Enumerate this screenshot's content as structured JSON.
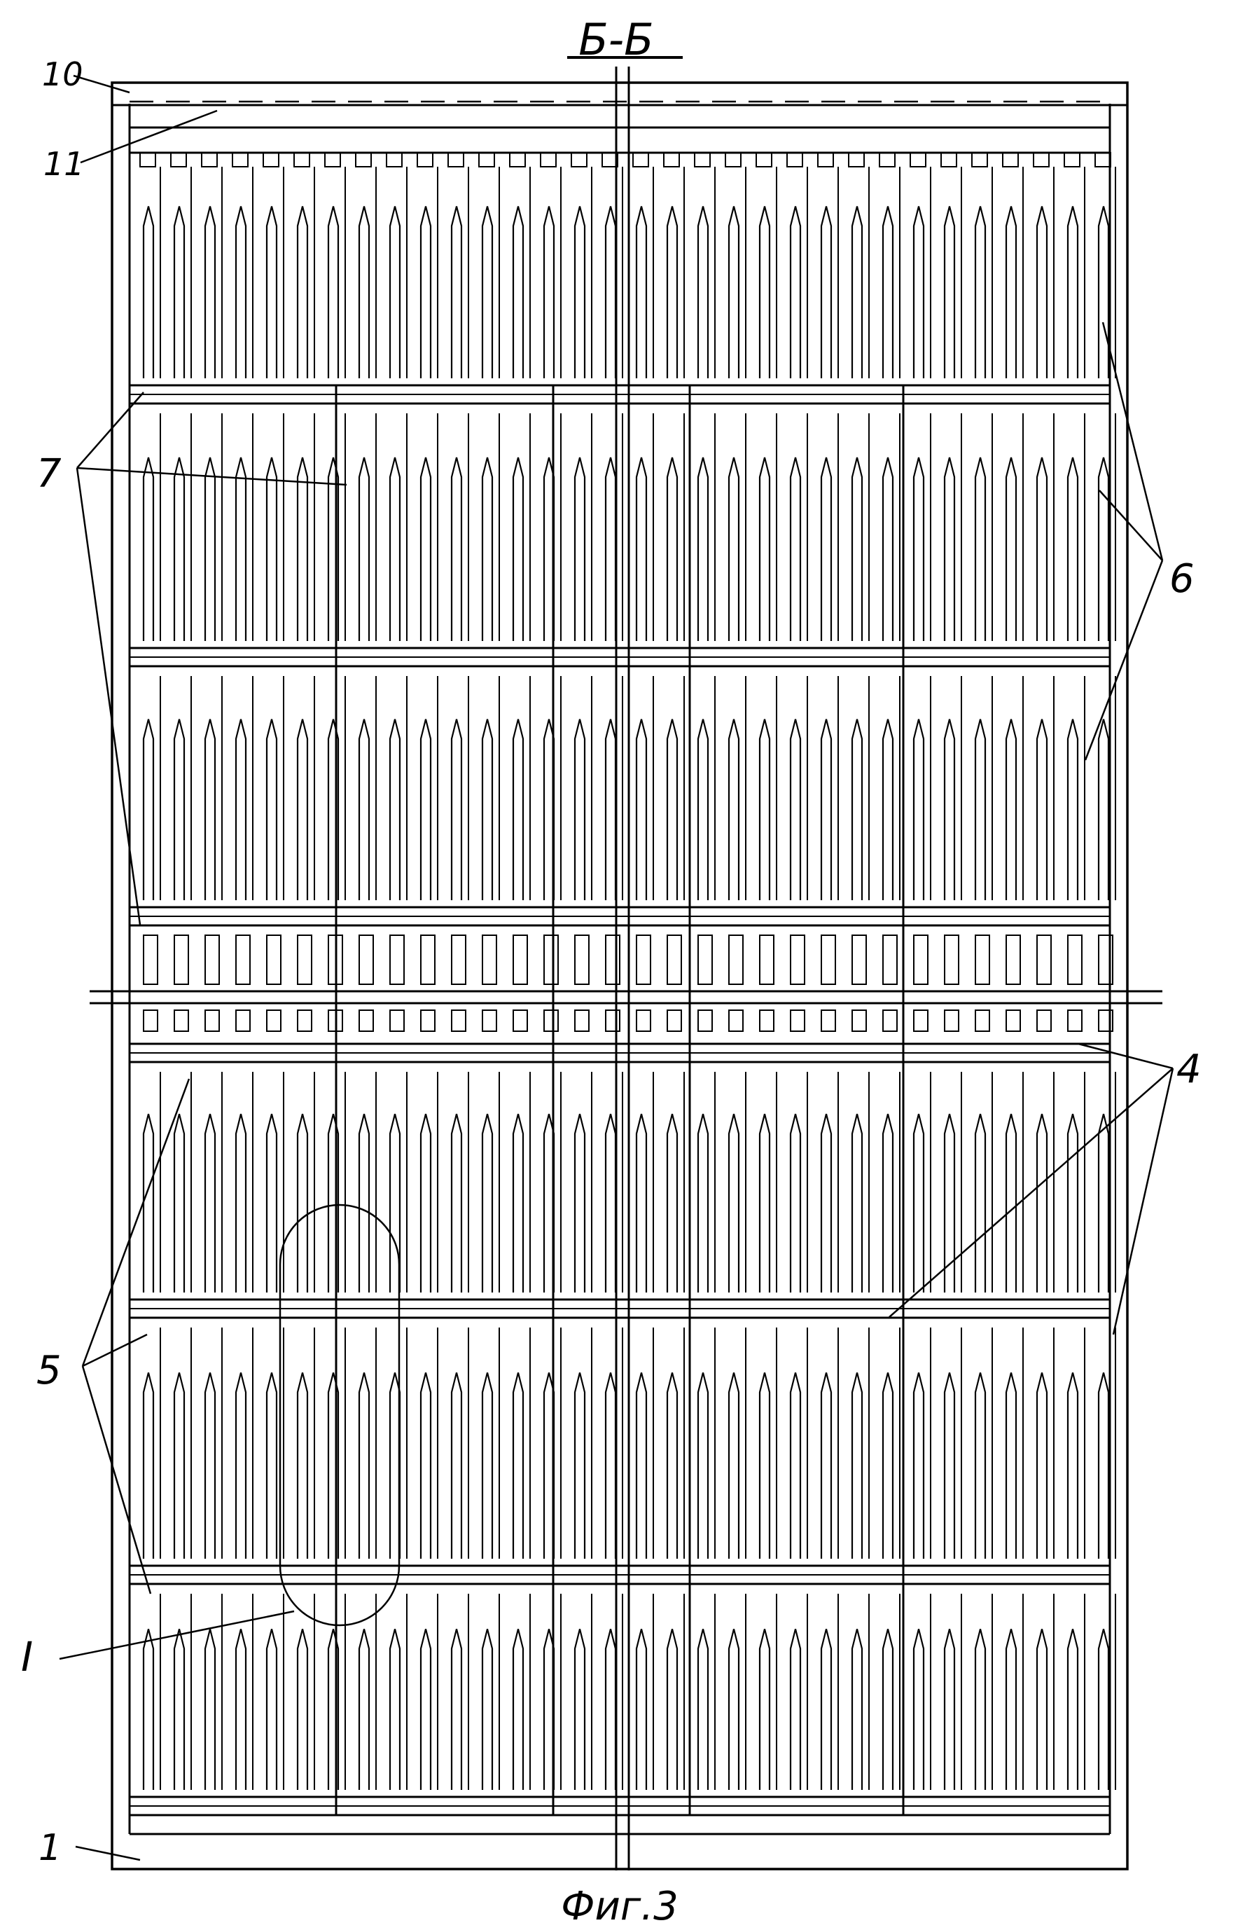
{
  "section_label": "Б-Б",
  "figure_caption": "Фиг.3",
  "callouts": {
    "c10": "10",
    "c11": "11",
    "c7": "7",
    "c6": "6",
    "c4": "4",
    "c5": "5",
    "cI": "I",
    "c1": "1"
  },
  "colors": {
    "line": "#000000",
    "background": "#ffffff"
  }
}
